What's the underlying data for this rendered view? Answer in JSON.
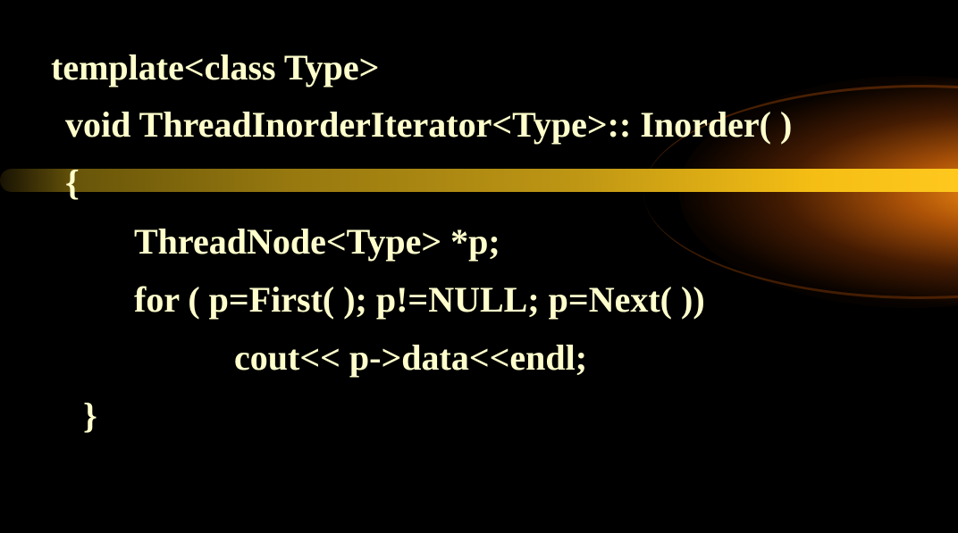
{
  "code": {
    "lines": [
      "template<class Type>",
      "void ThreadInorderIterator<Type>:: Inorder( )",
      "{",
      "ThreadNode<Type> *p;",
      "for ( p=First( ); p!=NULL; p=Next( ))",
      "cout<< p->data<<endl;",
      "}"
    ]
  },
  "theme": {
    "text_color": "#FFFFCC",
    "background_color": "#000000",
    "accent_color": "#F5BE14"
  }
}
